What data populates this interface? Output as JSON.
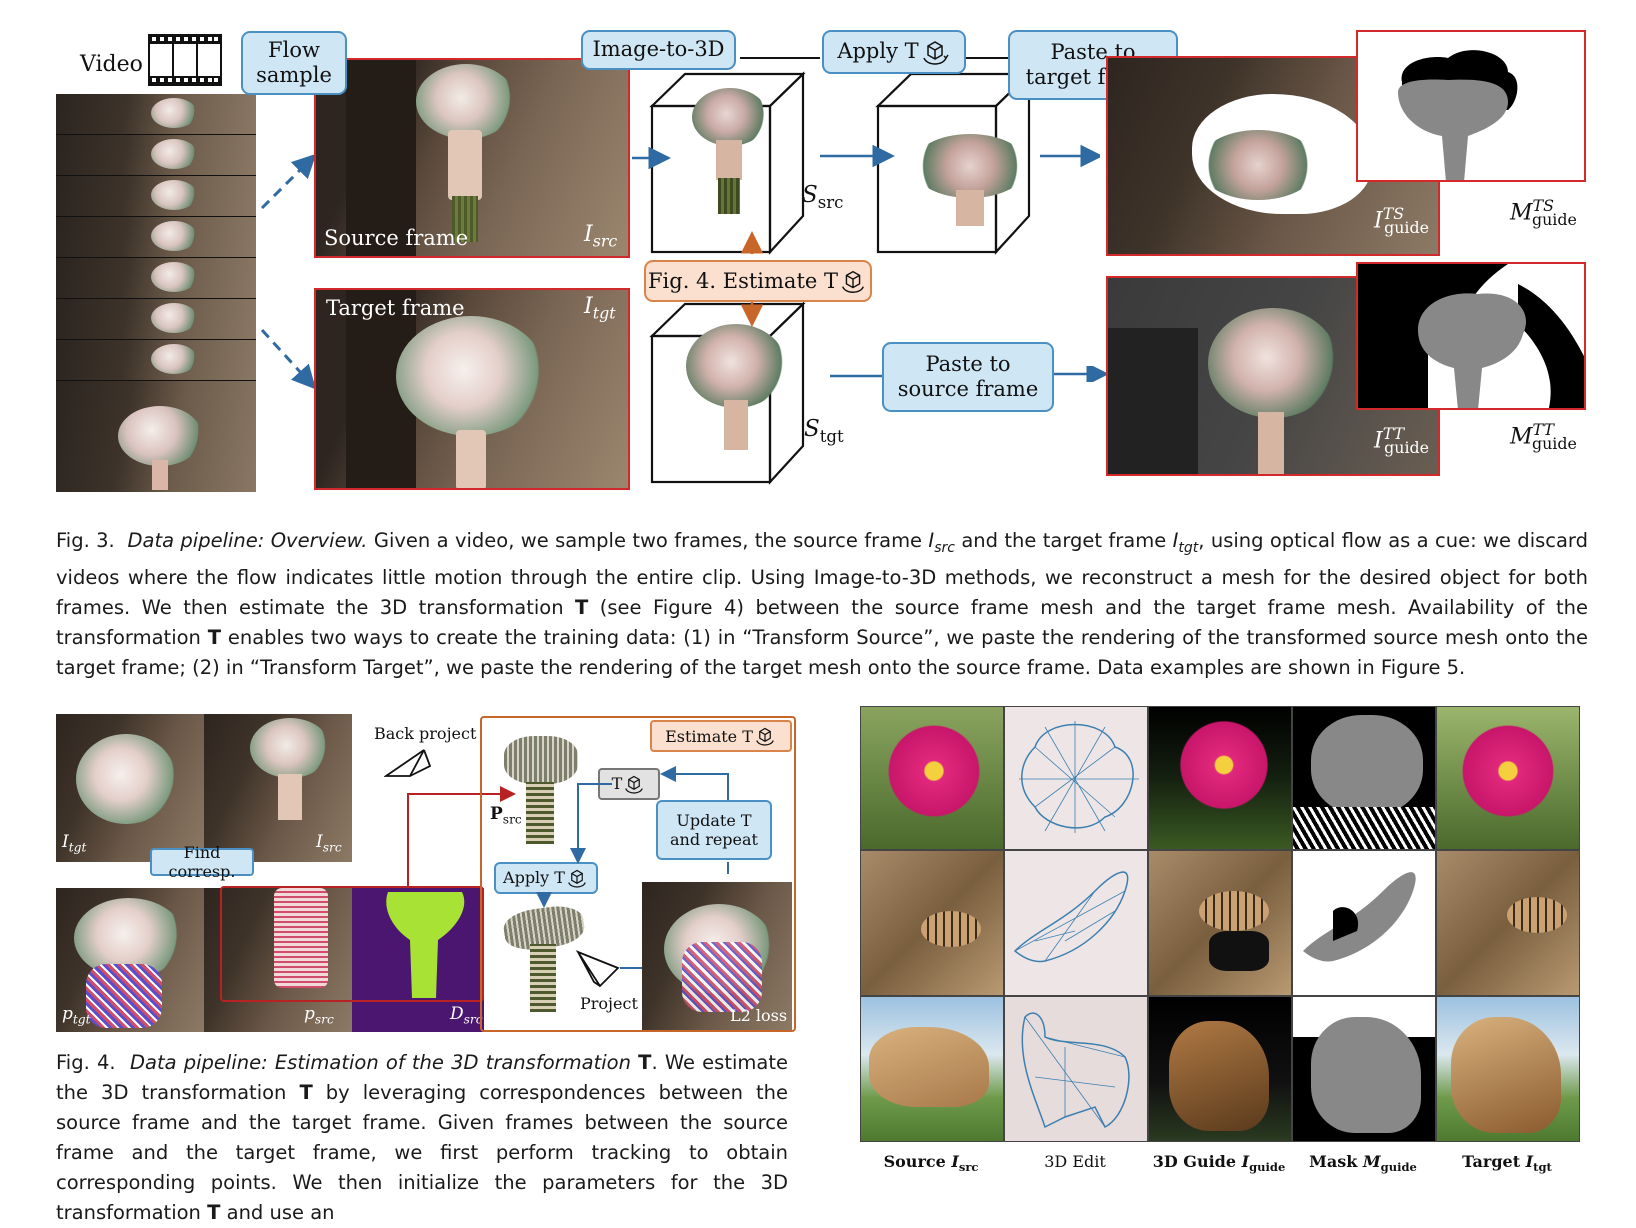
{
  "fig3": {
    "video_label": "Video",
    "flow_sample": [
      "Flow",
      "sample"
    ],
    "image_to_3d": "Image-to-3D",
    "apply_t": "Apply T",
    "paste_target": [
      "Paste to",
      "target frame"
    ],
    "paste_source": [
      "Paste to",
      "source frame"
    ],
    "estimate_t": "Fig. 4. Estimate T",
    "source_frame": "Source frame",
    "target_frame": "Target frame",
    "i_src": "I",
    "src": "src",
    "i_tgt": "I",
    "tgt": "tgt",
    "s_src": "S",
    "s_tgt": "S",
    "guide": "guide",
    "ts": "TS",
    "tt": "TT",
    "m": "M",
    "caption": {
      "label": "Fig. 3.",
      "title": "Data pipeline: Overview.",
      "text1": " Given a video, we sample two frames, the source frame ",
      "text2": " and the target frame ",
      "text3": ", using optical flow as a cue: we discard videos where the flow indicates little motion through the entire clip. Using Image-to-3D methods, we reconstruct a mesh for the desired object for both frames. We then estimate the 3D transformation ",
      "bold_t": "T",
      "text4": " (see Figure 4) between the source frame mesh and the target frame mesh. Availability of the transformation ",
      "text5": " enables two ways to create the training data: (1) in “Transform Source”, we paste the rendering of the transformed source mesh onto the target frame; (2) in “Transform Target”, we paste the rendering of the target mesh onto the source frame. Data examples are shown in Figure 5."
    }
  },
  "fig4": {
    "back_project": "Back project",
    "estimate_t": "Estimate T",
    "t_label": "T",
    "update_t": [
      "Update T",
      "and repeat"
    ],
    "apply_t": "Apply T",
    "project": "Project",
    "find_corresp": "Find corresp.",
    "l2_loss": "L2 loss",
    "p_src": "P",
    "p_lower": "p",
    "d": "D",
    "caption": {
      "label": "Fig. 4.",
      "title": "Data pipeline: Estimation of the 3D transformation",
      "bold_t": "T",
      "text": ". We estimate the 3D transformation ",
      "text2": " by leveraging correspondences between the source frame and the target frame. Given frames between the source frame and the target frame, we first perform tracking to obtain corresponding points. We then initialize the parameters for the 3D transformation ",
      "text3": " and use an"
    }
  },
  "fig5": {
    "columns": [
      "Source ",
      "3D Edit",
      "3D Guide ",
      "Mask ",
      "Target "
    ],
    "col_sym": [
      "I",
      "",
      "I",
      "M",
      "I"
    ],
    "col_sub": [
      "src",
      "",
      "guide",
      "guide",
      "tgt"
    ]
  },
  "colors": {
    "red_frame": "#d22a2a",
    "blue_box_fill": "#cfe6f5",
    "blue_box_border": "#4a90c2",
    "orange_box_fill": "#fbe0cf",
    "orange_box_border": "#d9844a",
    "arrow_blue": "#2f6aa3",
    "arrow_orange": "#c8662a"
  }
}
